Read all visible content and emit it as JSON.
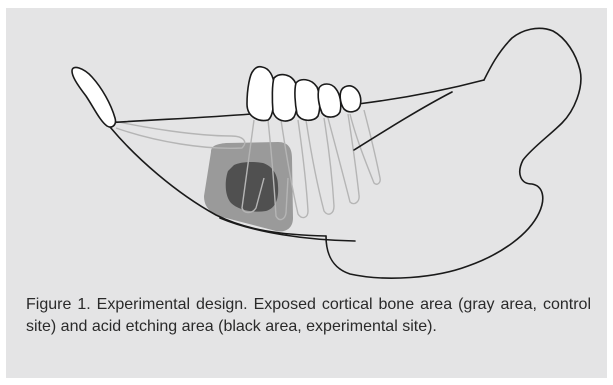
{
  "figure": {
    "caption": "Figure 1. Experimental design. Exposed cortical bone area (gray area, control site) and acid etching area (black area, experi­mental site).",
    "colors": {
      "background": "#e4e4e5",
      "outline": "#1a1a1a",
      "root_outline": "#b5b5b5",
      "control_area": "#9a9a9a",
      "experimental_area": "#505050"
    },
    "regions": [
      {
        "id": "control-site",
        "shade": "gray"
      },
      {
        "id": "experimental-site",
        "shade": "black"
      }
    ]
  }
}
